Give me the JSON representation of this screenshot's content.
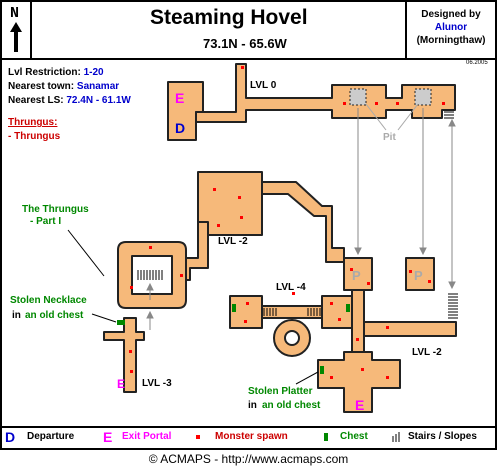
{
  "header": {
    "north_letter": "N",
    "title": "Steaming Hovel",
    "coords": "73.1N - 65.6W",
    "credit_line1": "Designed by",
    "credit_author": "Alunor",
    "credit_server": "(Morningthaw)",
    "date": "06.2005"
  },
  "info": {
    "lvl_label": "Lvl Restriction:",
    "lvl_value": "1-20",
    "town_label": "Nearest town:",
    "town_value": "Sanamar",
    "ls_label": "Nearest LS:",
    "ls_value": "72.4N - 61.1W",
    "boss_header": "Thrungus:",
    "boss_item": "- Thrungus"
  },
  "map": {
    "colors": {
      "floor": "#f6b97a",
      "wall": "#222222",
      "spawn": "#ff0000",
      "chest": "#008800",
      "label_green": "#008800",
      "exit_magenta": "#ff00ff",
      "departure_blue": "#0000cc",
      "pit": "#cccccc"
    },
    "level_labels": {
      "lvl0": "LVL 0",
      "lvl_minus2_top": "LVL -2",
      "lvl_minus4": "LVL -4",
      "lvl_minus2_right": "LVL -2",
      "lvl_minus3": "LVL -3"
    },
    "pit_label": "Pit",
    "portal_p": "P",
    "exit_e": "E",
    "departure_d": "D",
    "notes": {
      "thrungus_line1": "The Thrungus",
      "thrungus_line2": "- Part I",
      "necklace_line1": "Stolen Necklace",
      "necklace_in": "in",
      "necklace_chest": "an old chest",
      "platter_line1": "Stolen Platter",
      "platter_in": "in",
      "platter_chest": "an old chest"
    }
  },
  "legend": {
    "departure_symbol": "D",
    "departure_label": "Departure",
    "exit_symbol": "E",
    "exit_label": "Exit Portal",
    "spawn_label": "Monster spawn",
    "chest_label": "Chest",
    "stairs_label": "Stairs / Slopes"
  },
  "footer": {
    "text": "© ACMAPS - http://www.acmaps.com"
  }
}
